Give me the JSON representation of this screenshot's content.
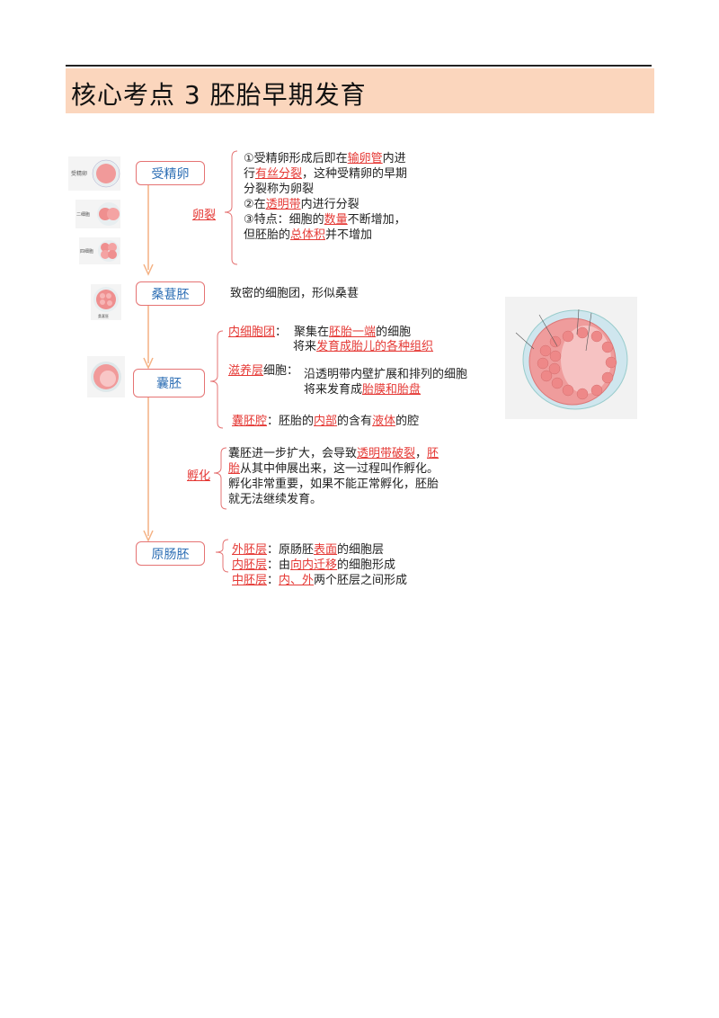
{
  "title": "核心考点 3 胚胎早期发育",
  "nodes": {
    "zygote": "受精卵",
    "morula": "桑葚胚",
    "blastocyst": "囊胚",
    "gastrula": "原肠胚"
  },
  "thumb_labels": {
    "zygote": "受精卵",
    "two_cell": "二细胞",
    "four_cell": "四细胞",
    "morula": "桑葚胚"
  },
  "labels": {
    "cleavage": "卵裂",
    "hatching": "孵化"
  },
  "cleavage": {
    "l1_a": "①受精卵形成后即在",
    "l1_b": "输卵管",
    "l1_c": "内进",
    "l2_a": "行",
    "l2_b": "有丝分裂",
    "l2_c": "，这种受精卵的早期",
    "l3": "分裂称为卵裂",
    "l4_a": "②在",
    "l4_b": "透明带",
    "l4_c": "内进行分裂",
    "l5_a": "③特点：细胞的",
    "l5_b": "数量",
    "l5_c": "不断增加，",
    "l6_a": "但胚胎的",
    "l6_b": "总体积",
    "l6_c": "并不增加"
  },
  "morula_desc": "致密的细胞团，形似桑葚",
  "blastocyst": {
    "icm_label": "内细胞团",
    "icm_colon": "：",
    "icm_a": "聚集在",
    "icm_b": "胚胎一端",
    "icm_c": "的细胞",
    "icm2_a": "将来",
    "icm2_b": "发育成胎儿的各种组织",
    "troph_label": "滋养层",
    "troph_suffix": "细胞：",
    "troph_a": "沿透明带内壁扩展和排列的细胞",
    "troph2_a": "将来发育成",
    "troph2_b": "胎膜和胎盘",
    "cavity_label": "囊胚腔",
    "cavity_a": "：胚胎的",
    "cavity_b": "内部",
    "cavity_c": "的含有",
    "cavity_d": "液体",
    "cavity_e": "的腔"
  },
  "hatching": {
    "l1_a": "囊胚进一步扩大，会导致",
    "l1_b": "透明带破裂",
    "l1_c": "，",
    "l1_d": "胚",
    "l2_a": "胎",
    "l2_b": "从其中伸展出来，这一过程叫作孵化。",
    "l3": "孵化非常重要，如果不能正常孵化，胚胎",
    "l4": "就无法继续发育。"
  },
  "gastrula": {
    "ecto_label": "外胚层",
    "ecto_a": "：原肠胚",
    "ecto_b": "表面",
    "ecto_c": "的细胞层",
    "endo_label": "内胚层",
    "endo_a": "：由",
    "endo_b": "向内迁移",
    "endo_c": "的细胞形成",
    "meso_label": "中胚层",
    "meso_a": "：",
    "meso_b": "内、外",
    "meso_c": "两个胚层之间形成"
  },
  "colors": {
    "accent_red": "#e53935",
    "node_border": "#e57373",
    "node_text": "#2e6fb5",
    "title_bg": "#fbd6bd",
    "connector": "#f4b183"
  }
}
